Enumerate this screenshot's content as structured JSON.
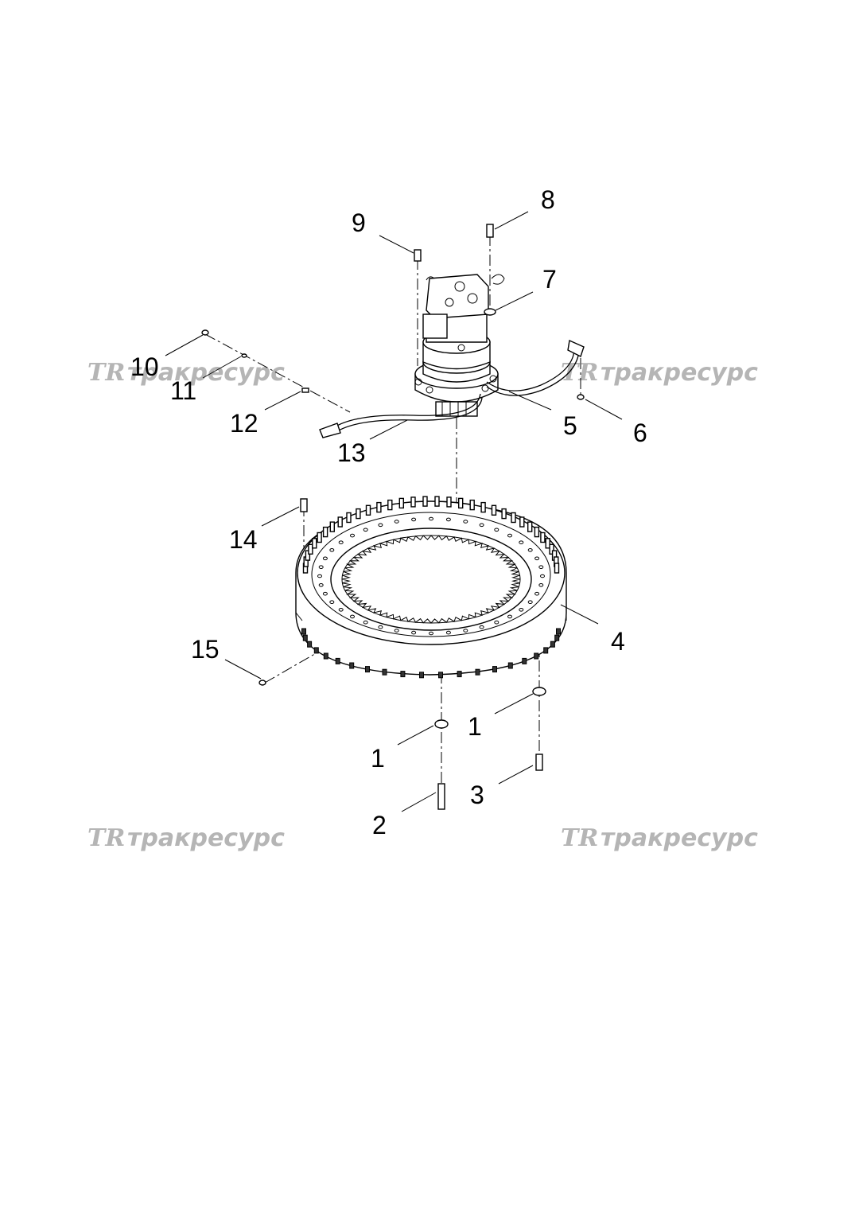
{
  "callouts": [
    {
      "id": "c1a",
      "label": "1"
    },
    {
      "id": "c1b",
      "label": "1"
    },
    {
      "id": "c2",
      "label": "2"
    },
    {
      "id": "c3",
      "label": "3"
    },
    {
      "id": "c4",
      "label": "4"
    },
    {
      "id": "c5",
      "label": "5"
    },
    {
      "id": "c6",
      "label": "6"
    },
    {
      "id": "c7",
      "label": "7"
    },
    {
      "id": "c8",
      "label": "8"
    },
    {
      "id": "c9",
      "label": "9"
    },
    {
      "id": "c10",
      "label": "10"
    },
    {
      "id": "c11",
      "label": "11"
    },
    {
      "id": "c12",
      "label": "12"
    },
    {
      "id": "c13",
      "label": "13"
    },
    {
      "id": "c14",
      "label": "14"
    },
    {
      "id": "c15",
      "label": "15"
    }
  ],
  "watermark": {
    "logo": "TR",
    "text": "тракресурс"
  }
}
